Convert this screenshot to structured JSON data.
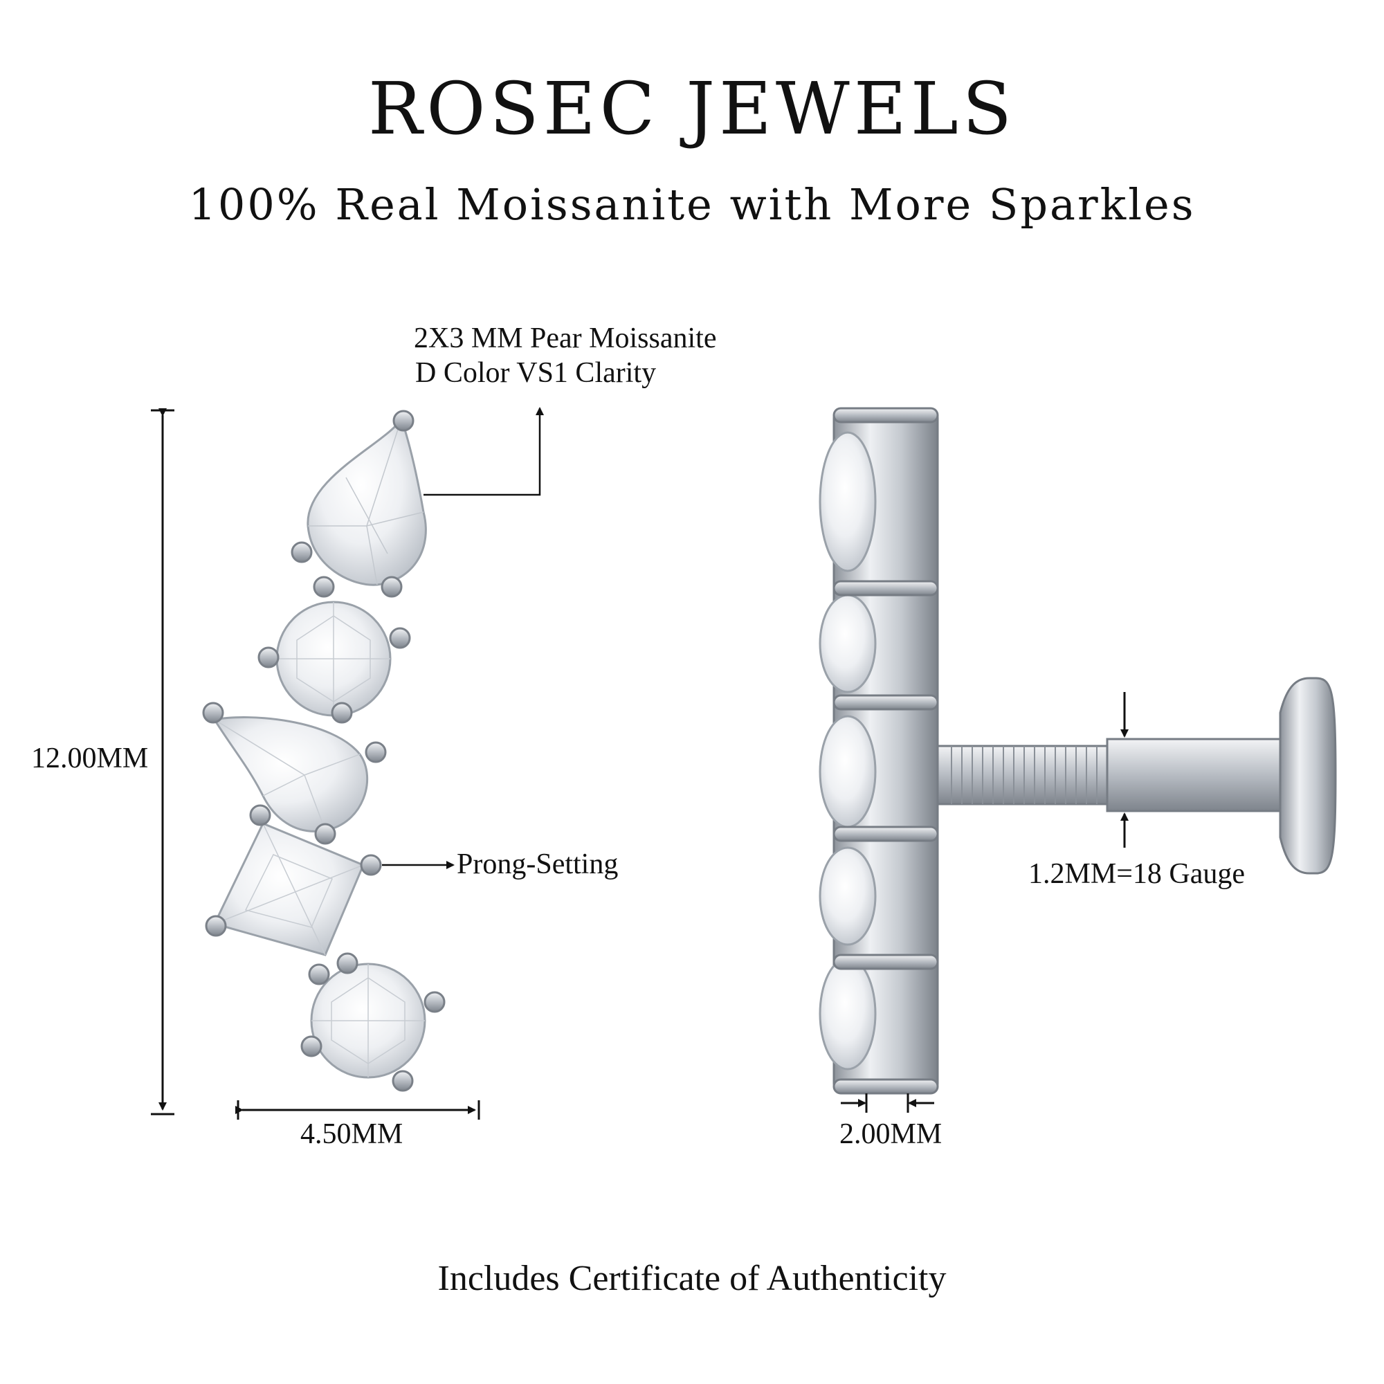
{
  "header": {
    "brand": "ROSEC JEWELS",
    "tagline": "100% Real Moissanite with More Sparkles"
  },
  "front_view": {
    "stone_spec_line1": "2X3 MM Pear Moissanite",
    "stone_spec_line2": "D Color VS1 Clarity",
    "prong_label": "Prong-Setting",
    "height_dimension": "12.00MM",
    "width_dimension": "4.50MM"
  },
  "side_view": {
    "thickness_dimension": "2.00MM",
    "gauge_dimension": "1.2MM=18 Gauge"
  },
  "footer": {
    "note": "Includes Certificate of Authenticity"
  },
  "colors": {
    "text": "#111111",
    "metal": "#c9cdd3",
    "background": "#ffffff"
  }
}
